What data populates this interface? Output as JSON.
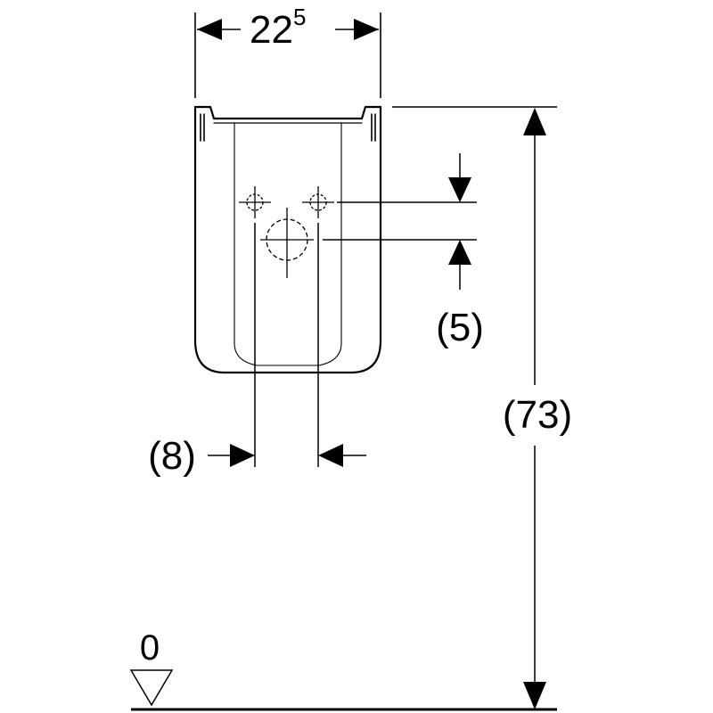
{
  "dimensions": {
    "width_top": {
      "main": "22",
      "superscript": "5"
    },
    "valve_spacing": "(5)",
    "side_offset": "(8)",
    "total_height": "(73)"
  },
  "floor_marker": {
    "label": "0"
  },
  "colors": {
    "line": "#000000",
    "background": "#ffffff"
  }
}
